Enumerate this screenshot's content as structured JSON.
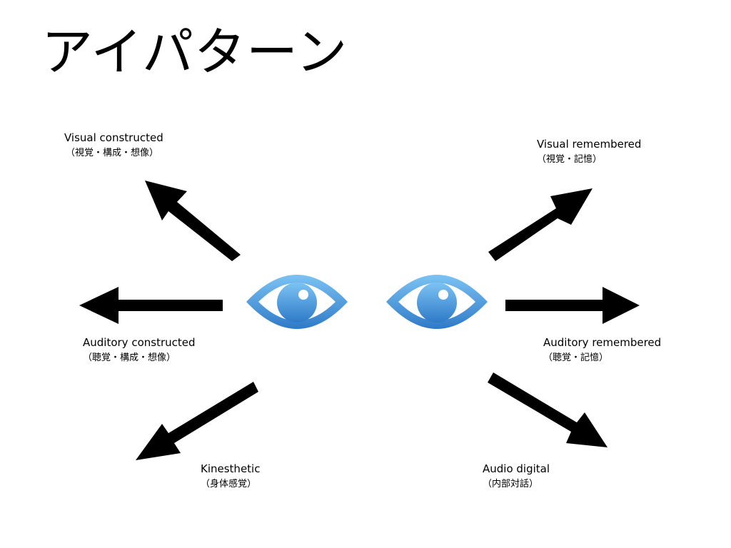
{
  "title": "アイパターン",
  "directions": {
    "visual_constructed": {
      "label": "Visual constructed",
      "sublabel": "（視覚・構成・想像）"
    },
    "visual_remembered": {
      "label": "Visual remembered",
      "sublabel": "（視覚・記憶）"
    },
    "auditory_constructed": {
      "label": "Auditory constructed",
      "sublabel": "（聴覚・構成・想像）"
    },
    "auditory_remembered": {
      "label": "Auditory remembered",
      "sublabel": "（聴覚・記憶）"
    },
    "kinesthetic": {
      "label": "Kinesthetic",
      "sublabel": "（身体感覚）"
    },
    "audio_digital": {
      "label": "Audio digital",
      "sublabel": "（内部対話）"
    }
  },
  "colors": {
    "eye_light": "#7cc3f3",
    "eye_dark": "#2f7ac8",
    "arrow": "#000000"
  },
  "icons": [
    "eye-icon",
    "eye-icon"
  ]
}
